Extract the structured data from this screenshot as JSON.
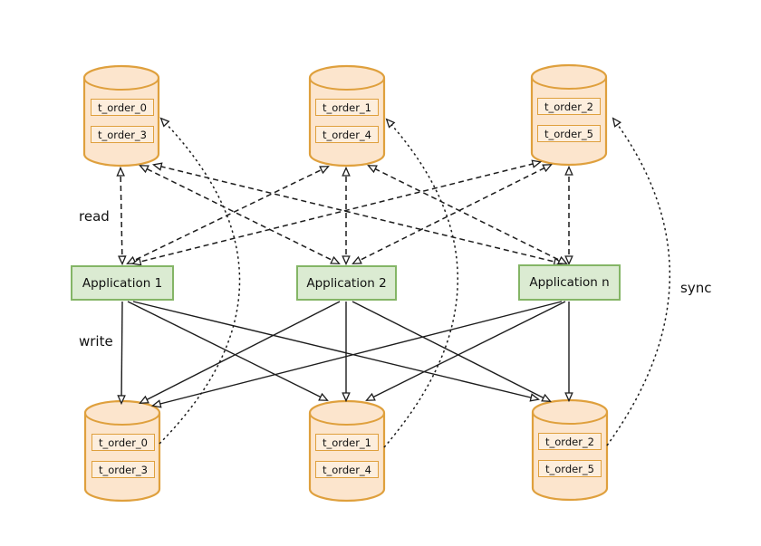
{
  "colors": {
    "db-fill": "#fce5cd",
    "db-stroke": "#dfa03d",
    "chip-fill": "#fdeedd",
    "app-fill": "#dbebd2",
    "app-stroke": "#84b566",
    "line": "#1c1c1c",
    "text": "#111111"
  },
  "labels": {
    "read": "read",
    "write": "write",
    "sync": "sync"
  },
  "applications": [
    {
      "label": "Application 1"
    },
    {
      "label": "Application 2"
    },
    {
      "label": "Application n"
    }
  ],
  "read_databases": [
    {
      "tables": [
        "t_order_0",
        "t_order_3"
      ]
    },
    {
      "tables": [
        "t_order_1",
        "t_order_4"
      ]
    },
    {
      "tables": [
        "t_order_2",
        "t_order_5"
      ]
    }
  ],
  "write_databases": [
    {
      "tables": [
        "t_order_0",
        "t_order_3"
      ]
    },
    {
      "tables": [
        "t_order_1",
        "t_order_4"
      ]
    },
    {
      "tables": [
        "t_order_2",
        "t_order_5"
      ]
    }
  ]
}
